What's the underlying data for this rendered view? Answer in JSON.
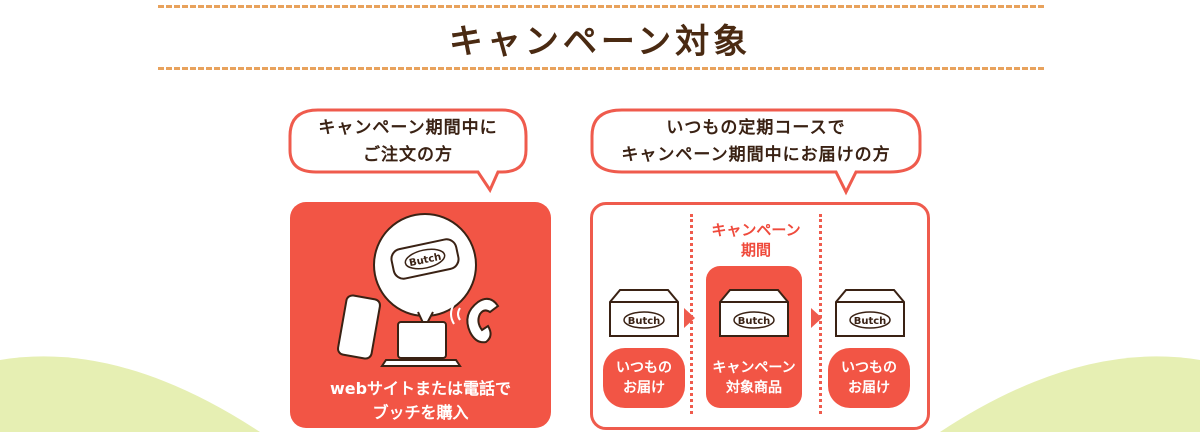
{
  "section_title": "キャンペーン対象",
  "left": {
    "bubble_line1": "キャンペーン期間中に",
    "bubble_line2": "ご注文の方",
    "caption_line1": "webサイトまたは電話で",
    "caption_line2": "ブッチを購入",
    "package_brand": "Butch"
  },
  "right": {
    "bubble_line1": "いつもの定期コースで",
    "bubble_line2": "キャンペーン期間中にお届けの方",
    "period_line1": "キャンペーン",
    "period_line2": "期間",
    "steps": [
      {
        "line1": "いつもの",
        "line2": "お届け"
      },
      {
        "line1": "キャンペーン",
        "line2": "対象商品"
      },
      {
        "line1": "いつもの",
        "line2": "お届け"
      }
    ],
    "box_brand": "Butch"
  },
  "colors": {
    "accent_red": "#f25545",
    "dash_orange": "#e8a25c",
    "hill_green": "#e6efb3",
    "title_brown": "#4a2a12"
  }
}
